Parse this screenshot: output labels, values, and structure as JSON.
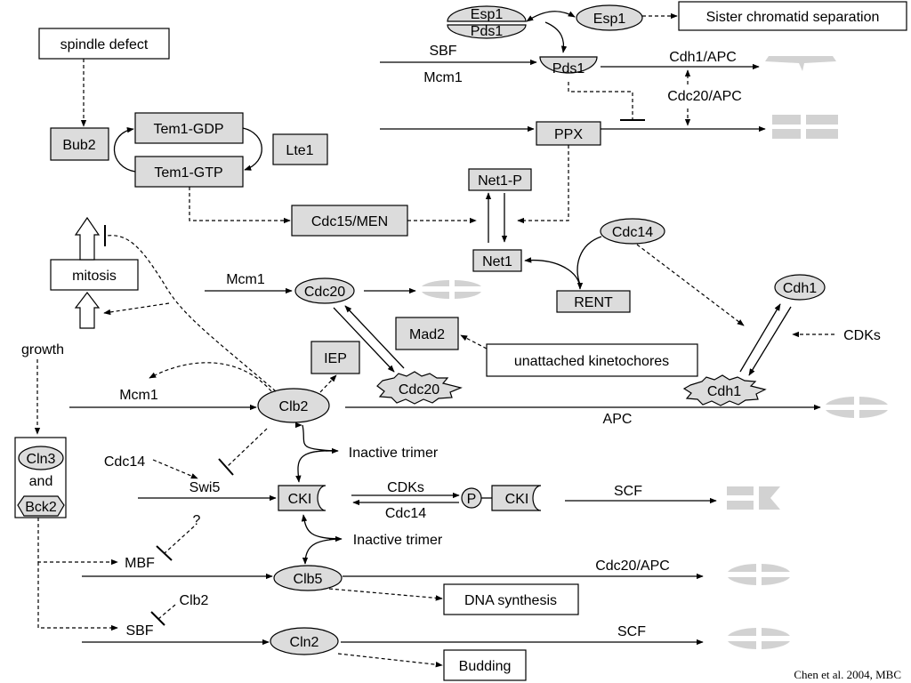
{
  "labels": {
    "spindle_defect": "spindle defect",
    "bub2": "Bub2",
    "tem1_gdp": "Tem1-GDP",
    "tem1_gtp": "Tem1-GTP",
    "lte1": "Lte1",
    "esp1_top": "Esp1",
    "pds1_bottom": "Pds1",
    "esp1": "Esp1",
    "sister": "Sister chromatid separation",
    "sbf_top": "SBF",
    "mcm1_top": "Mcm1",
    "pds1": "Pds1",
    "cdh1_apc": "Cdh1/APC",
    "cdc20_apc_top": "Cdc20/APC",
    "ppx": "PPX",
    "net1p": "Net1-P",
    "net1": "Net1",
    "cdc15": "Cdc15/MEN",
    "cdc14_top": "Cdc14",
    "rent": "RENT",
    "mitosis": "mitosis",
    "mcm1_mid": "Mcm1",
    "cdc20": "Cdc20",
    "cdh1": "Cdh1",
    "mad2": "Mad2",
    "cdks_right": "CDKs",
    "iep": "IEP",
    "unattached": "unattached kinetochores",
    "growth": "growth",
    "mcm1_low": "Mcm1",
    "clb2": "Clb2",
    "cdc20_star": "Cdc20",
    "cdh1_star": "Cdh1",
    "apc": "APC",
    "cln3": "Cln3",
    "and": "and",
    "bck2": "Bck2",
    "cdc14_left": "Cdc14",
    "swi5": "Swi5",
    "inactive_trimer_1": "Inactive trimer",
    "cki": "CKI",
    "cdks_mid": "CDKs",
    "cdc14_mid": "Cdc14",
    "p": "P",
    "cki_p": "CKI",
    "scf_mid": "SCF",
    "inactive_trimer_2": "Inactive trimer",
    "question": "?",
    "mbf": "MBF",
    "clb5": "Clb5",
    "cdc20_apc_low": "Cdc20/APC",
    "dna": "DNA synthesis",
    "clb2_low": "Clb2",
    "sbf_low": "SBF",
    "cln2": "Cln2",
    "scf_low": "SCF",
    "budding": "Budding",
    "citation": "Chen et al. 2004, MBC"
  }
}
